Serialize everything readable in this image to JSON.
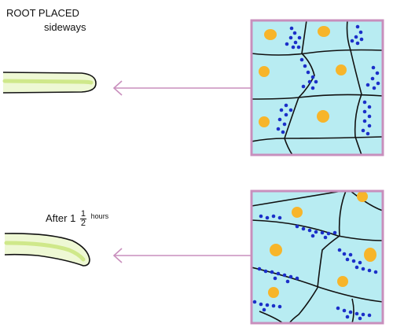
{
  "top_panel": {
    "title_line1": "ROOT PLACED",
    "title_line2": "sideways"
  },
  "bottom_panel": {
    "time_prefix": "After 1",
    "time_fraction_num": "1",
    "time_fraction_den": "2",
    "time_unit": "hours"
  },
  "colors": {
    "root_fill": "#e9f6c8",
    "root_stripe": "#cfe88a",
    "cell_fill": "#b8ecf2",
    "cell_wall": "#111111",
    "nucleus": "#f7b52a",
    "amyloplast": "#1b2fc9",
    "frame": "#c88fbd",
    "arrow": "#c98fbd"
  }
}
